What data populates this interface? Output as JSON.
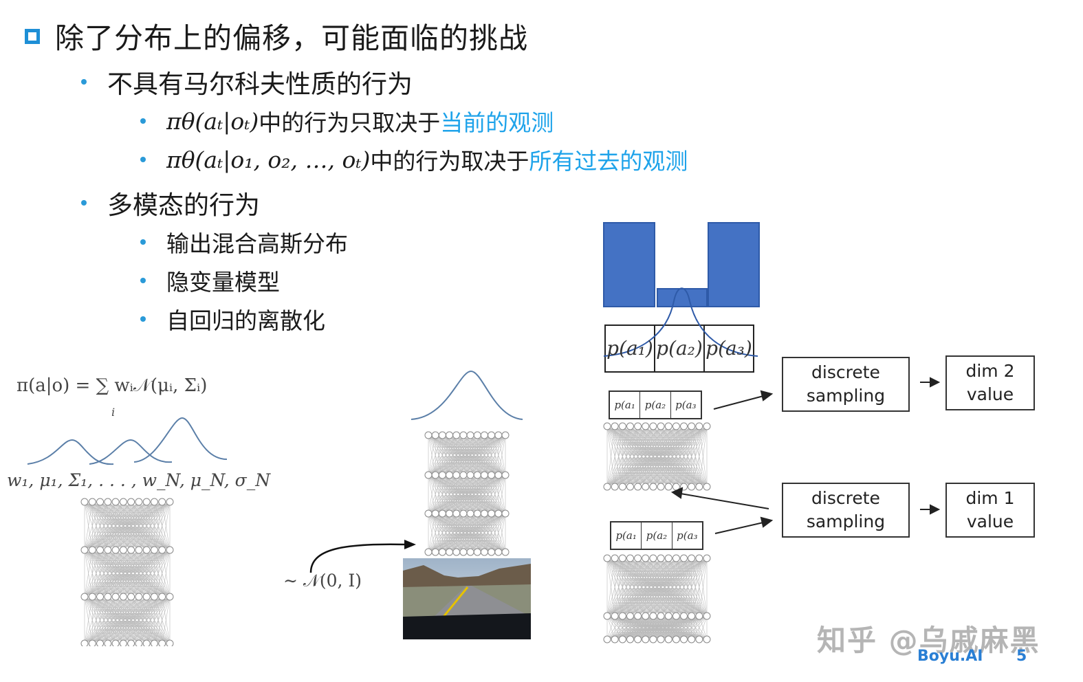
{
  "heading": "除了分布上的偏移，可能面临的挑战",
  "section1": {
    "title": "不具有马尔科夫性质的行为",
    "item1_math": "πθ(aₜ|oₜ)",
    "item1_text": "中的行为只取决于",
    "item1_highlight": "当前的观测",
    "item2_math": "πθ(aₜ|o₁, o₂, …, oₜ)",
    "item2_text": "中的行为取决于",
    "item2_highlight": "所有过去的观测"
  },
  "section2": {
    "title": "多模态的行为",
    "items": [
      "输出混合高斯分布",
      "隐变量模型",
      "自回归的离散化"
    ]
  },
  "mixture": {
    "formula": "π(a|o) = ∑ wᵢ𝒩(μᵢ, Σᵢ)",
    "sum_index": "i",
    "params": "w₁, μ₁, Σ₁, . . . , w_N, μ_N, σ_N"
  },
  "latent": {
    "noise_label": "∼ 𝒩(0, I)"
  },
  "autoregressive": {
    "top_cells": [
      "p(a₁)",
      "p(a₂)",
      "p(a₃)"
    ],
    "small_cells": [
      "p(a₁",
      "p(a₂",
      "p(a₃"
    ],
    "sampling_label_1": "discrete sampling",
    "sampling_label_2": "discrete sampling",
    "dim2_label": "dim 2 value",
    "dim1_label": "dim 1 value"
  },
  "footer": {
    "watermark": "知乎 @乌戚麻黑",
    "brand": "Boyu.AI",
    "page_number": "5"
  },
  "colors": {
    "accent": "#1e8fd6",
    "highlight": "#1ea3ea",
    "bar_blue": "#4472c4"
  }
}
